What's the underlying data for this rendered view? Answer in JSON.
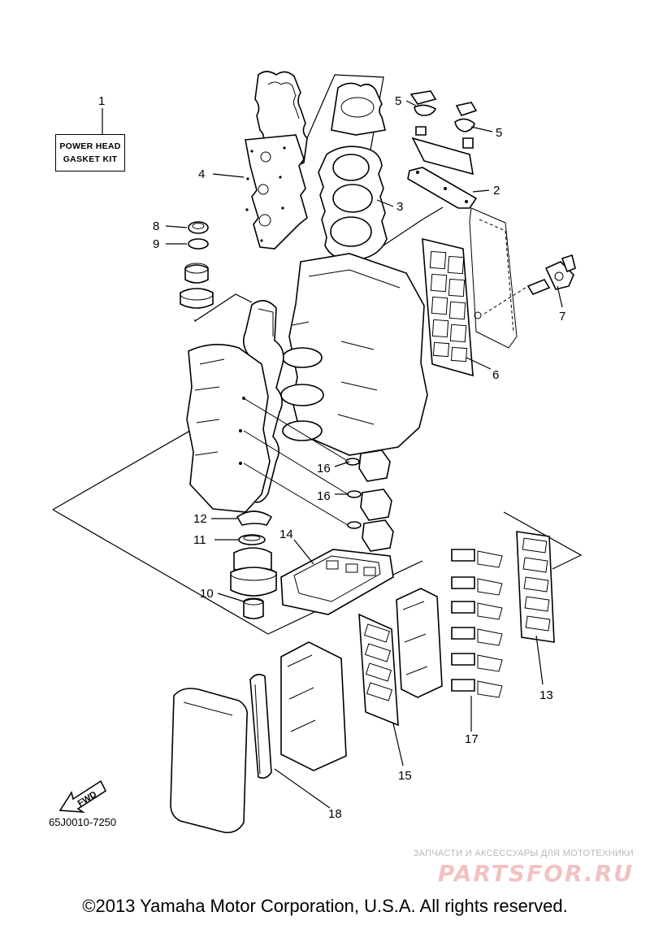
{
  "kit_label": {
    "line1": "POWER HEAD",
    "line2": "GASKET KIT"
  },
  "callouts": {
    "c1": "1",
    "c2": "2",
    "c3": "3",
    "c4": "4",
    "c5a": "5",
    "c5b": "5",
    "c6": "6",
    "c7": "7",
    "c8": "8",
    "c9": "9",
    "c10": "10",
    "c11": "11",
    "c12": "12",
    "c13": "13",
    "c14": "14",
    "c15": "15",
    "c16a": "16",
    "c16b": "16",
    "c17": "17",
    "c18": "18"
  },
  "fwd_label": "FWD",
  "reference_code": "65J0010-7250",
  "watermark": {
    "tagline": "ЗАПЧАСТИ И АКСЕССУАРЫ ДЛЯ МОТОТЕХНИКИ",
    "logo": "PARTSFOR.RU"
  },
  "copyright": "©2013 Yamaha Motor Corporation, U.S.A. All rights reserved."
}
